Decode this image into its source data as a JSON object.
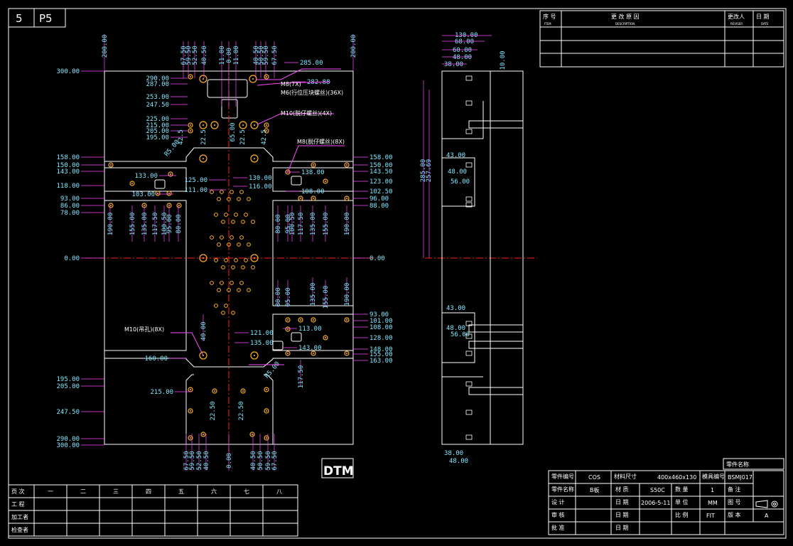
{
  "sheet": {
    "number": "5",
    "code": "P5",
    "logo": "DTM"
  },
  "colors": {
    "background": "#000000",
    "outline": "#ffffff",
    "dimension": "#7fe8ff",
    "leader": "#ff4bff",
    "center": "#ff2020",
    "hole": "#ffb020",
    "ref_text": "#ffffff"
  },
  "plan_view": {
    "top_dims": [
      "67.50",
      "59.50",
      "52.50",
      "40.50",
      "11.00",
      "0.00",
      "11.00",
      "40.50",
      "50.50",
      "59.50",
      "67.50"
    ],
    "edge_dims": [
      "200.00",
      "200.00"
    ],
    "left_dims": [
      "300.00",
      "290.00",
      "287.00",
      "253.00",
      "247.50",
      "225.00",
      "215.00",
      "205.00",
      "195.00",
      "158.00",
      "150.00",
      "143.00",
      "133.00",
      "125.00",
      "118.00",
      "111.00",
      "103.00",
      "93.00",
      "86.00",
      "78.00",
      "0.00",
      "160.00",
      "195.00",
      "205.00",
      "215.00",
      "247.50",
      "290.00",
      "300.00"
    ],
    "right_dims": [
      "285.00",
      "282.88",
      "158.00",
      "150.00",
      "143.50",
      "130.00",
      "138.00",
      "116.00",
      "108.00",
      "123.00",
      "102.50",
      "96.00",
      "88.00",
      "0.00",
      "93.00",
      "101.00",
      "108.00",
      "121.00",
      "113.00",
      "128.00",
      "135.00",
      "143.00",
      "148.00",
      "155.00",
      "163.00"
    ],
    "vertical_dims_upper": [
      "190.00",
      "155.00",
      "135.00",
      "117.50",
      "100.50",
      "95.00",
      "80.00",
      "80.00",
      "95.00",
      "100.50",
      "117.50",
      "135.00",
      "155.00",
      "190.00"
    ],
    "vertical_dims_lower": [
      "80.00",
      "95.00",
      "135.00",
      "155.00",
      "190.00",
      "117.50",
      "40.00"
    ],
    "misc_dims": [
      "42.5",
      "22.5",
      "22.5",
      "42.5",
      "65.00",
      "R5.00",
      "R5.00",
      "22.50",
      "22.50"
    ],
    "bottom_dims": [
      "67.50",
      "59.50",
      "52.50",
      "40.50",
      "0.00",
      "40.50",
      "50.50",
      "59.50",
      "67.50"
    ],
    "callouts": [
      "M8(7X)",
      "M6(行位压块螺丝)(36X)",
      "M10(脱仔螺丝)(4X)",
      "M8(脱仔螺丝)(8X)",
      "M10(吊孔)(8X)"
    ]
  },
  "side_view": {
    "dims": [
      "130.00",
      "68.00",
      "60.00",
      "48.00",
      "38.00",
      "10.00",
      "285.00",
      "257.69",
      "43.00",
      "48.00",
      "56.00",
      "43.00",
      "48.00",
      "56.00",
      "38.00",
      "48.00"
    ]
  },
  "revision_table": {
    "headers": [
      "序 号",
      "更 改 原 因",
      "更改人",
      "日 期"
    ],
    "headers_en": [
      "ITEM",
      "DESCRIPTION",
      "REVISER",
      "DATE"
    ]
  },
  "title_block": {
    "part_name_label": "零件名称",
    "part_no_label": "零件编号",
    "part_no": "COS",
    "material_size_label": "材料尺寸",
    "material_size": "400x460x130",
    "mold_no_label": "模具编号",
    "mold_no": "BSMJ017",
    "part_label": "零件名称",
    "part": "B板",
    "material_label": "材 质",
    "material": "S50C",
    "qty_label": "数 量",
    "qty": "1",
    "remark_label": "备 注",
    "design_label": "设 计",
    "date_label": "日 期",
    "date": "2006-5-11",
    "unit_label": "单 位",
    "unit": "MM",
    "drawing_no_label": "图 号",
    "audit_label": "审 核",
    "scale_label": "比 例",
    "scale": "FIT",
    "version_label": "版 本",
    "version": "A",
    "approve_label": "批 准"
  },
  "sign_table": {
    "rows": [
      "页 次",
      "工 程",
      "加工者",
      "检查者"
    ],
    "cols": [
      "一",
      "二",
      "三",
      "四",
      "五",
      "六",
      "七",
      "八"
    ]
  }
}
